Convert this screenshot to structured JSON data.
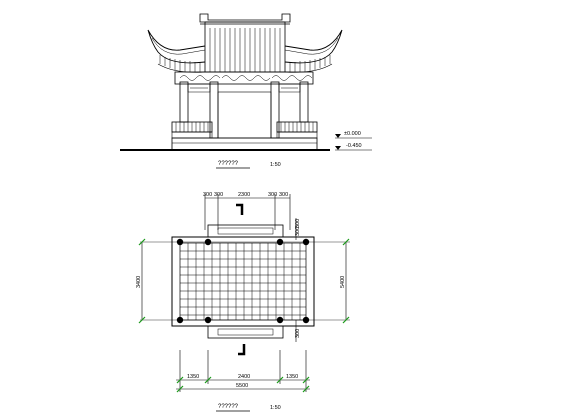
{
  "elevation": {
    "title_glyphs": "??????",
    "scale": "1:50",
    "level_top": "±0.000",
    "level_bottom": "-0.450"
  },
  "plan": {
    "title_glyphs": "??????",
    "scale": "1:50",
    "top_dims": {
      "left": "300",
      "left_b": "300",
      "center": "2300",
      "right": "300",
      "right_b": "300"
    },
    "right_dims": [
      "300",
      "300",
      "300"
    ],
    "bottom_dims": {
      "left": "1350",
      "center": "2400",
      "right": "1350",
      "total": "5500"
    },
    "left_dim": "3400",
    "right_dim": "5400"
  },
  "colors": {
    "ink": "#000000",
    "grid_marker": "#1a9a1a",
    "background": "#ffffff"
  }
}
